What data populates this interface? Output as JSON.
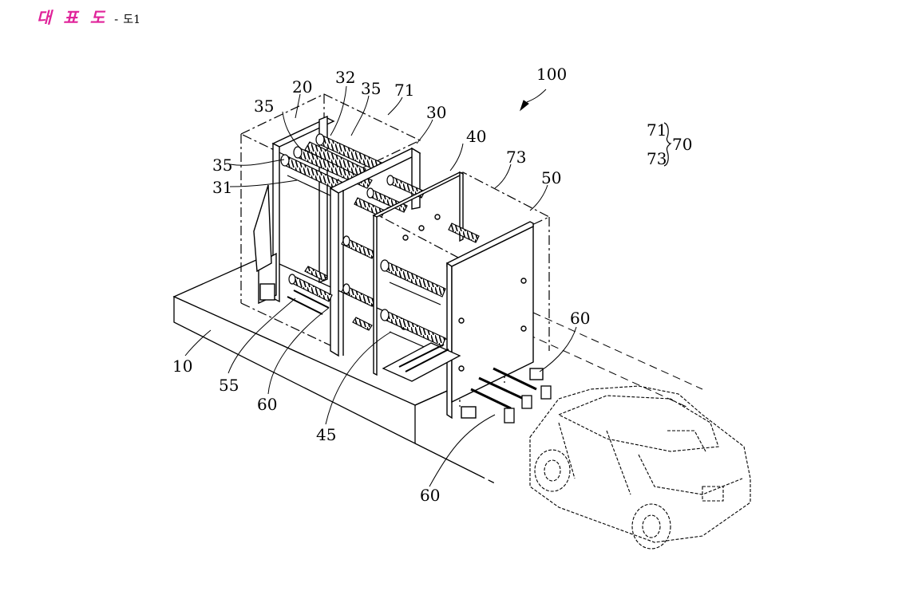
{
  "header": {
    "title": "대 표 도",
    "separator": "-",
    "figure": "도1"
  },
  "labels": {
    "l100": "100",
    "l20": "20",
    "l32": "32",
    "l35a": "35",
    "l35b": "35",
    "l71": "71",
    "l30": "30",
    "l40": "40",
    "l73": "73",
    "l50": "50",
    "l35c": "35",
    "l31": "31",
    "l10": "10",
    "l55": "55",
    "l60a": "60",
    "l45": "45",
    "l60b": "60",
    "l60c": "60"
  },
  "legend": {
    "item1": "71",
    "item2": "73",
    "group": "70"
  }
}
